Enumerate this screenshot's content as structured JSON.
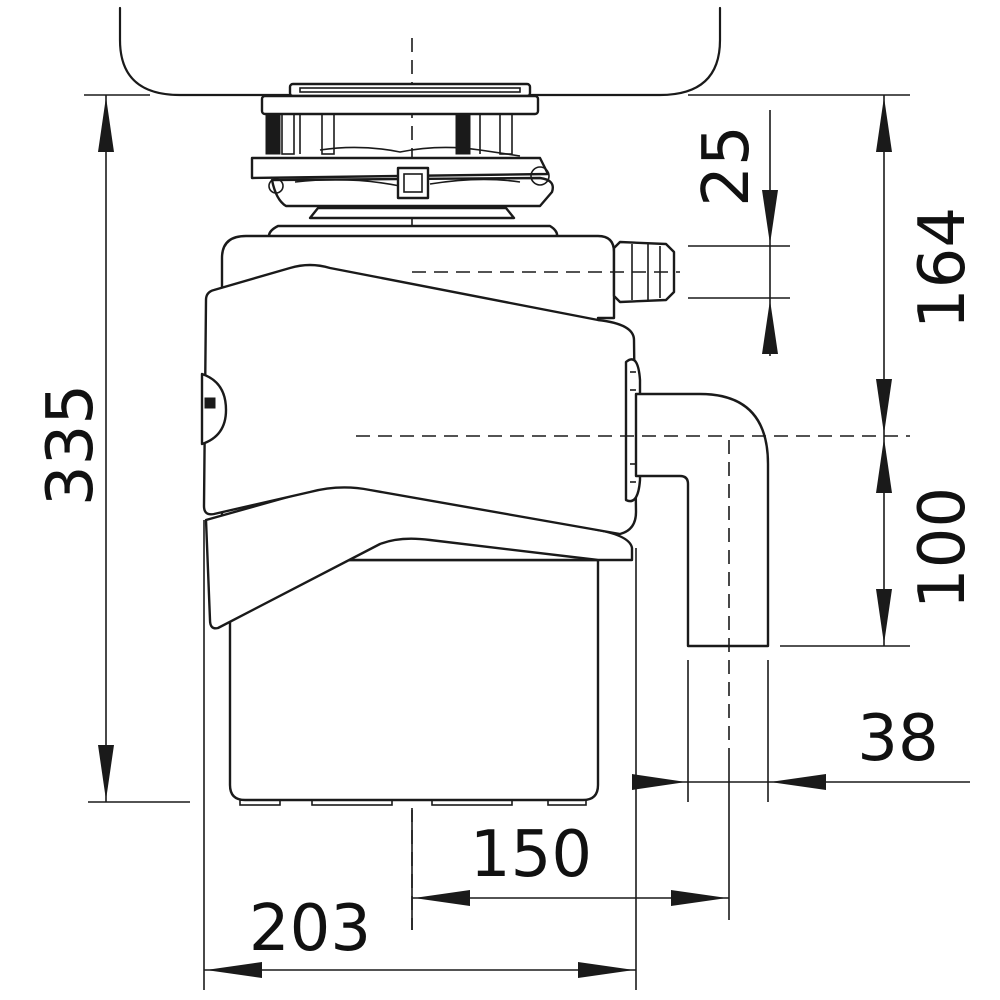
{
  "diagram": {
    "dimensions": {
      "total_height": "335",
      "top_to_outlet": "164",
      "inlet_diameter": "25",
      "outlet_to_bottom": "100",
      "outlet_diameter": "38",
      "center_to_outlet": "150",
      "body_width": "203"
    }
  },
  "colors": {
    "line": "#1a1a1a",
    "background": "#ffffff"
  }
}
